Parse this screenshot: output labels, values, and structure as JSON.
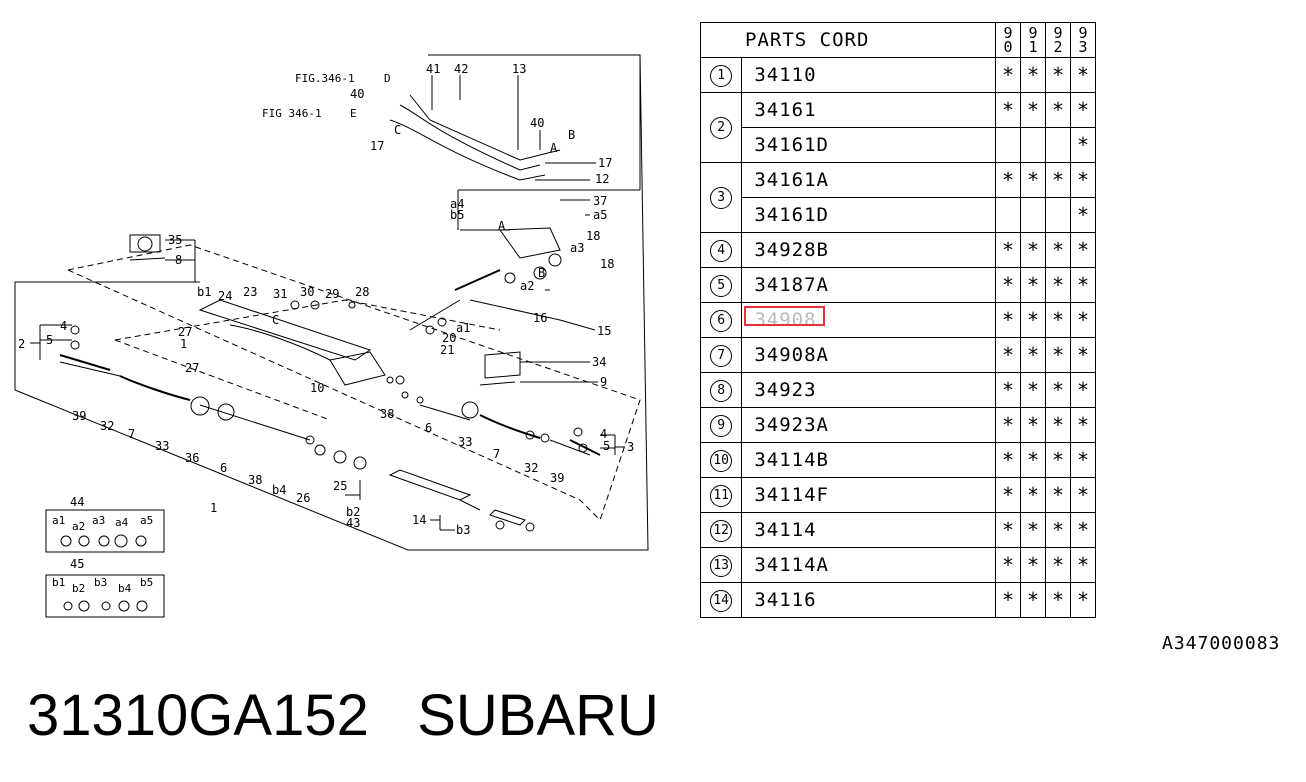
{
  "diagram": {
    "fig_top": "FIG.346-1",
    "fig_top_mark": "D",
    "fig_mid": "FIG 346-1",
    "fig_mid_mark": "E",
    "callouts": [
      "41",
      "42",
      "13",
      "40",
      "40",
      "17",
      "17",
      "12",
      "37",
      "b5",
      "a5",
      "a4",
      "18",
      "a3",
      "18",
      "a2",
      "16",
      "15",
      "34",
      "9",
      "35",
      "8",
      "b1",
      "24",
      "23",
      "31",
      "30",
      "29",
      "28",
      "27",
      "1",
      "10",
      "27",
      "4",
      "5",
      "2",
      "39",
      "32",
      "7",
      "33",
      "36",
      "6",
      "38",
      "38",
      "6",
      "33",
      "7",
      "32",
      "39",
      "4",
      "5",
      "3",
      "b4",
      "26",
      "25",
      "b2",
      "43",
      "14",
      "b3",
      "1",
      "a1",
      "20",
      "21",
      "A",
      "B",
      "C",
      "A",
      "B",
      "C"
    ],
    "repair_kit_a": {
      "number": "44",
      "items": [
        "a1",
        "a2",
        "a3",
        "a4",
        "a5"
      ]
    },
    "repair_kit_b": {
      "number": "45",
      "items": [
        "b1",
        "b2",
        "b3",
        "b4",
        "b5"
      ]
    }
  },
  "table": {
    "header": "PARTS CORD",
    "years": [
      [
        "9",
        "0"
      ],
      [
        "9",
        "1"
      ],
      [
        "9",
        "2"
      ],
      [
        "9",
        "3"
      ]
    ],
    "rows": [
      {
        "no": "1",
        "codes": [
          {
            "code": "34110",
            "marks": [
              "*",
              "*",
              "*",
              "*"
            ]
          }
        ]
      },
      {
        "no": "2",
        "codes": [
          {
            "code": "34161",
            "marks": [
              "*",
              "*",
              "*",
              "*"
            ]
          },
          {
            "code": "34161D",
            "marks": [
              "",
              "",
              "",
              "*"
            ]
          }
        ]
      },
      {
        "no": "3",
        "codes": [
          {
            "code": "34161A",
            "marks": [
              "*",
              "*",
              "*",
              "*"
            ]
          },
          {
            "code": "34161D",
            "marks": [
              "",
              "",
              "",
              "*"
            ]
          }
        ]
      },
      {
        "no": "4",
        "codes": [
          {
            "code": "34928B",
            "marks": [
              "*",
              "*",
              "*",
              "*"
            ]
          }
        ]
      },
      {
        "no": "5",
        "codes": [
          {
            "code": "34187A",
            "marks": [
              "*",
              "*",
              "*",
              "*"
            ]
          }
        ]
      },
      {
        "no": "6",
        "codes": [
          {
            "code": "34908",
            "marks": [
              "*",
              "*",
              "*",
              "*"
            ],
            "highlighted": true
          }
        ]
      },
      {
        "no": "7",
        "codes": [
          {
            "code": "34908A",
            "marks": [
              "*",
              "*",
              "*",
              "*"
            ]
          }
        ]
      },
      {
        "no": "8",
        "codes": [
          {
            "code": "34923",
            "marks": [
              "*",
              "*",
              "*",
              "*"
            ]
          }
        ]
      },
      {
        "no": "9",
        "codes": [
          {
            "code": "34923A",
            "marks": [
              "*",
              "*",
              "*",
              "*"
            ]
          }
        ]
      },
      {
        "no": "10",
        "codes": [
          {
            "code": "34114B",
            "marks": [
              "*",
              "*",
              "*",
              "*"
            ]
          }
        ]
      },
      {
        "no": "11",
        "codes": [
          {
            "code": "34114F",
            "marks": [
              "*",
              "*",
              "*",
              "*"
            ]
          }
        ]
      },
      {
        "no": "12",
        "codes": [
          {
            "code": "34114",
            "marks": [
              "*",
              "*",
              "*",
              "*"
            ]
          }
        ]
      },
      {
        "no": "13",
        "codes": [
          {
            "code": "34114A",
            "marks": [
              "*",
              "*",
              "*",
              "*"
            ]
          }
        ]
      },
      {
        "no": "14",
        "codes": [
          {
            "code": "34116",
            "marks": [
              "*",
              "*",
              "*",
              "*"
            ]
          }
        ]
      }
    ],
    "highlight_color": "#e5323b"
  },
  "reference": "A347000083",
  "part_number": "31310GA152",
  "brand": "SUBARU"
}
